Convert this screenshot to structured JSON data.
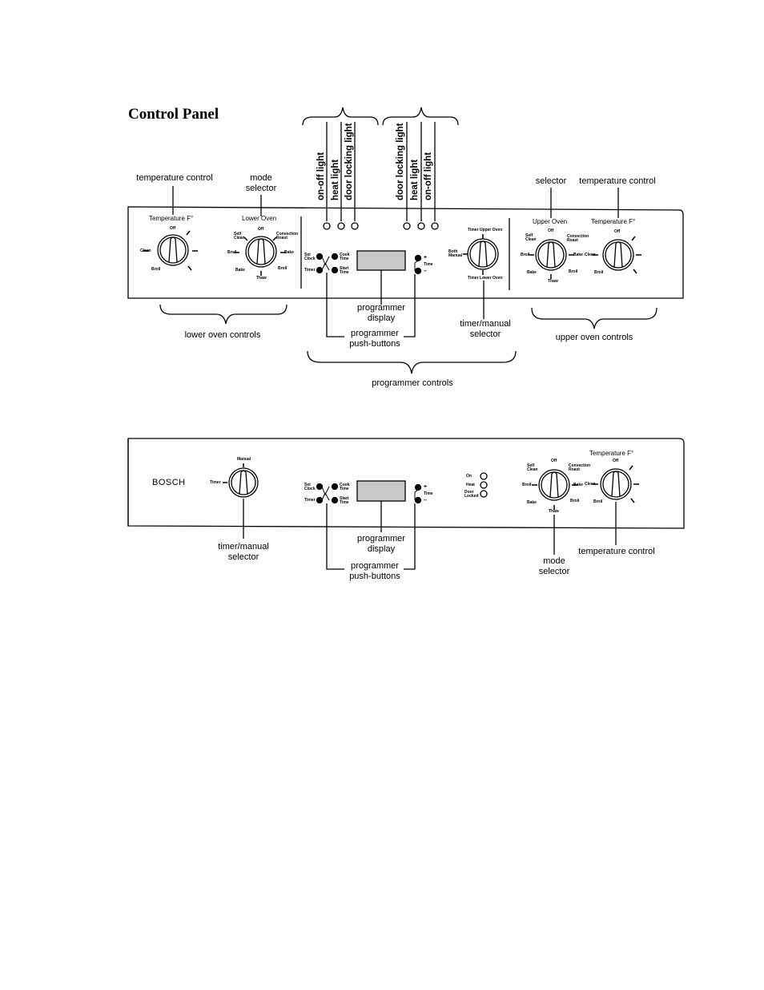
{
  "title": "Control Panel",
  "panel1": {
    "indicator_labels_left": [
      "on-off light",
      "heat light",
      "door locking light"
    ],
    "indicator_labels_right": [
      "door locking light",
      "heat light",
      "on-off light"
    ],
    "callouts": {
      "temperature_control_left": "temperature control",
      "mode_selector_left": "mode\nselector",
      "selector_right": "selector",
      "temperature_control_right": "temperature control",
      "programmer_display": "programmer\ndisplay",
      "programmer_pushbuttons": "programmer\npush-buttons",
      "timer_manual": "timer/manual\nselector",
      "lower_oven_controls": "lower oven controls",
      "upper_oven_controls": "upper oven controls",
      "programmer_controls": "programmer controls"
    },
    "dial_titles": {
      "temp_left": "Temperature F°",
      "lower_oven": "Lower Oven",
      "upper_oven": "Upper Oven",
      "temp_right": "Temperature F°"
    },
    "temp_dial_marks": {
      "top": "Off",
      "left": "Clean",
      "bottom_left": "Broil"
    },
    "mode_dial_marks": {
      "top": "Off",
      "top_left": "Self Clean",
      "top_right": "Convection Roast",
      "left": "Broil",
      "right": "Bake",
      "bottom_left": "Bake",
      "bottom": "Thaw",
      "bottom_right": "Broil"
    },
    "pushbuttons": {
      "top_left": "Set Clock",
      "bottom_left": "Timer",
      "top_right": "Cook Time",
      "bottom_right": "Start Time"
    },
    "plus_minus": {
      "plus": "+",
      "middle": "Time",
      "minus": "–"
    },
    "timer_dial_marks": {
      "top": "Timer Upper Oven",
      "left": "Both Manual",
      "bottom": "Timer Lower Oven"
    }
  },
  "panel2": {
    "brand": "BOSCH",
    "timer_dial_marks": {
      "top": "Manual",
      "left": "Timer"
    },
    "indicators": [
      "On",
      "Heat",
      "Door Locked"
    ],
    "temp_title": "Temperature F°",
    "callouts": {
      "timer_manual": "timer/manual\nselector",
      "programmer_display": "programmer\ndisplay",
      "programmer_pushbuttons": "programmer\npush-buttons",
      "mode_selector": "mode\nselector",
      "temperature_control": "temperature control"
    }
  }
}
